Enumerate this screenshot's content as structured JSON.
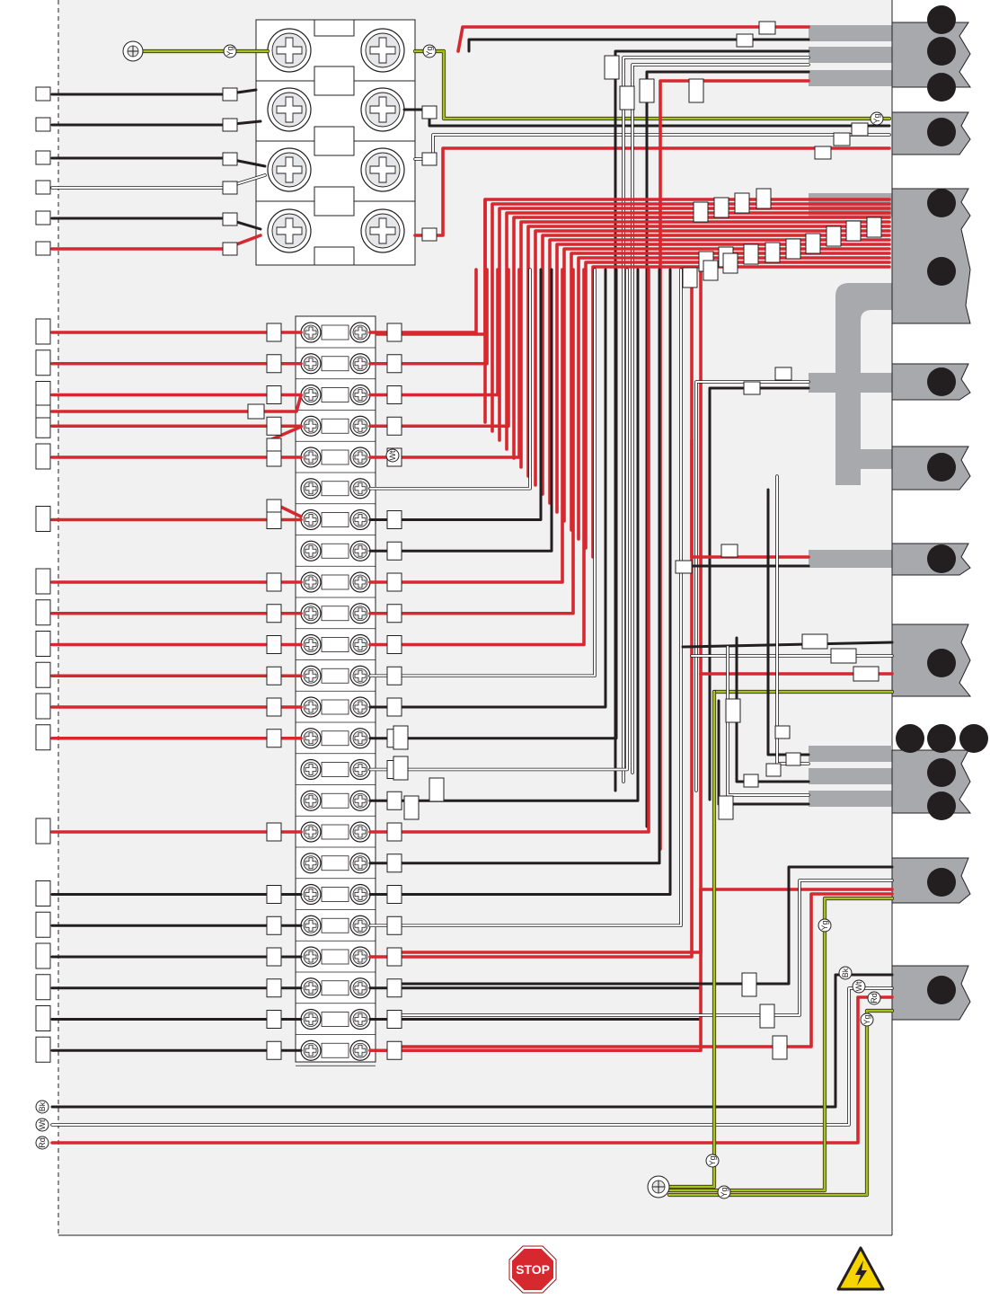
{
  "colors": {
    "red": "#d7282f",
    "black": "#231f20",
    "white": "#ffffff",
    "yellow": "#e6e000",
    "green": "#5fa83c",
    "panel": "#f1f1f2",
    "connector": "#a7a9ac",
    "connector_light": "#d1d3d4",
    "stop": "#d7282f",
    "warn": "#f5d400"
  },
  "wire_tags": {
    "yg": "Yg",
    "wt": "Wt",
    "bk": "Bk",
    "rd": "Rd"
  },
  "footer": {
    "stop_sign": "STOP",
    "stop_icon": "stop-sign-icon",
    "warning_icon": "electrical-hazard-icon"
  }
}
